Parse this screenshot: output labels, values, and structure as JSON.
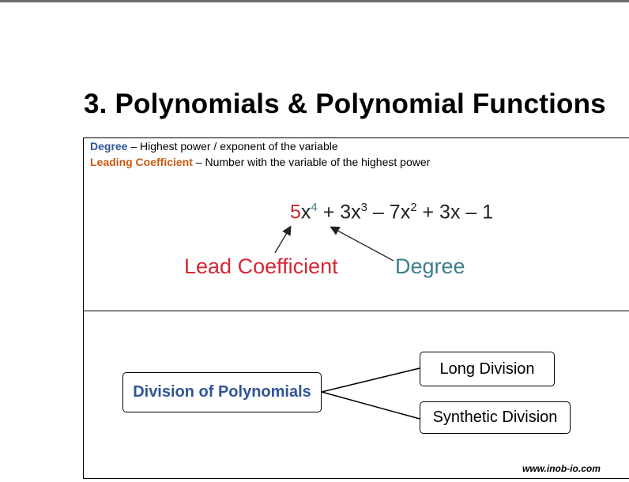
{
  "title": "3. Polynomials & Polynomial Functions",
  "definitions": {
    "degree_term": "Degree",
    "degree_text": " – Highest power / exponent of the variable",
    "lc_term": "Leading Coefficient",
    "lc_text": " – Number with the variable of the highest power"
  },
  "equation": {
    "coef": "5",
    "x1": "x",
    "exp1": "4",
    "rest1": " + 3x",
    "exp2": "3",
    "rest2": " – 7x",
    "exp3": "2",
    "rest3": " + 3x – 1"
  },
  "labels": {
    "lead": "Lead Coefficient",
    "degree": "Degree"
  },
  "diagram": {
    "main": "Division of Polynomials",
    "branch1": "Long Division",
    "branch2": "Synthetic Division"
  },
  "watermark": "www.inob-io.com",
  "colors": {
    "blue": "#2f5597",
    "orange": "#c55a11",
    "red": "#d62735",
    "teal": "#3a7e8c"
  }
}
